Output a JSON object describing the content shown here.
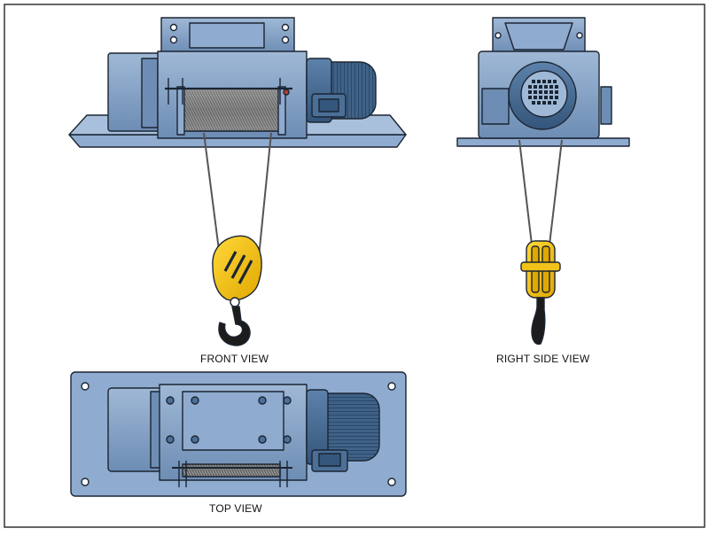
{
  "views": {
    "front": {
      "caption": "FRONT VIEW"
    },
    "side": {
      "caption": "RIGHT SIDE VIEW"
    },
    "top": {
      "caption": "TOP VIEW"
    }
  },
  "colors": {
    "body_steel": "#7f9dc2",
    "body_dark": "#5d7ea6",
    "body_light": "#9fb8d6",
    "motor": "#3f6287",
    "hook_yellow": "#f2c21a",
    "hook_black": "#1c1c1c",
    "outline": "#1b2533",
    "rope": "#555555",
    "page_border": "#333333"
  }
}
